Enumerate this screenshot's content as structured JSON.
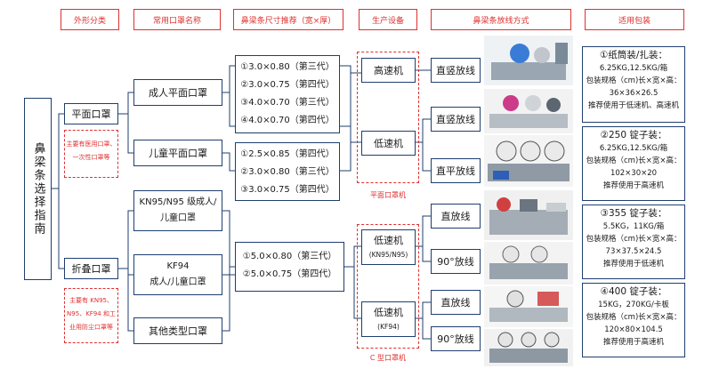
{
  "headers": [
    "外形分类",
    "常用口罩名称",
    "鼻梁条尺寸推荐（宽×厚）",
    "生产设备",
    "鼻梁条放线方式",
    "适用包装"
  ],
  "root": "鼻梁条选择指南",
  "shape": {
    "flat": "平面口罩",
    "flat_note": "主要有医用口罩、一次性口罩等",
    "fold": "折叠口罩",
    "fold_note": "主要有 KN95、N95、KF94 和工业用防尘口罩等"
  },
  "names": {
    "adult_flat": "成人平面口罩",
    "child_flat": "儿童平面口罩",
    "kn95": "KN95/N95 级成人/儿童口罩",
    "kf94": "KF94\n成人/儿童口罩",
    "other": "其他类型口罩"
  },
  "sizes": {
    "adult": [
      "①3.0×0.80（第三代）",
      "②3.0×0.75（第四代）",
      "③4.0×0.70（第三代）",
      "④4.0×0.70（第四代）"
    ],
    "child": [
      "①2.5×0.85（第四代）",
      "②3.0×0.80（第三代）",
      "③3.0×0.75（第四代）"
    ],
    "fold": [
      "①5.0×0.80（第三代）",
      "②5.0×0.75（第四代）"
    ]
  },
  "equipment": {
    "high": "高速机",
    "low": "低速机",
    "flat_group": "平面口罩机",
    "low_kn": "低速机",
    "low_kn_sub": "(KN95/N95)",
    "low_kf": "低速机",
    "low_kf_sub": "(KF94)",
    "c_group": "C 型口罩机"
  },
  "feed": [
    "直竖放线",
    "直竖放线",
    "直平放线",
    "直放线",
    "90°放线",
    "直放线",
    "90°放线"
  ],
  "packaging": [
    {
      "title": "①纸筒装/扎装：",
      "lines": [
        "6.25KG,12.5KG/箱",
        "包装规格（cm)长×宽×高：",
        "36×36×26.5",
        "推荐使用于低速机、高速机"
      ]
    },
    {
      "title": "②250 锭子装：",
      "lines": [
        "6.25KG,12.5KG/箱",
        "包装规格（cm)长×宽×高：",
        "102×30×20",
        "推荐使用于高速机"
      ]
    },
    {
      "title": "③355 锭子装：",
      "lines": [
        "5.5KG，11KG/箱",
        "包装规格（cm)长×宽×高：",
        "73×37.5×24.5",
        "推荐使用于低速机"
      ]
    },
    {
      "title": "④400 锭子装：",
      "lines": [
        "15KG，270KG/卡板",
        "包装规格（cm)长×宽×高：",
        "120×80×104.5",
        "推荐使用于高速机"
      ]
    }
  ],
  "colors": {
    "line": "#1f3f6e",
    "accent": "#e03030"
  }
}
